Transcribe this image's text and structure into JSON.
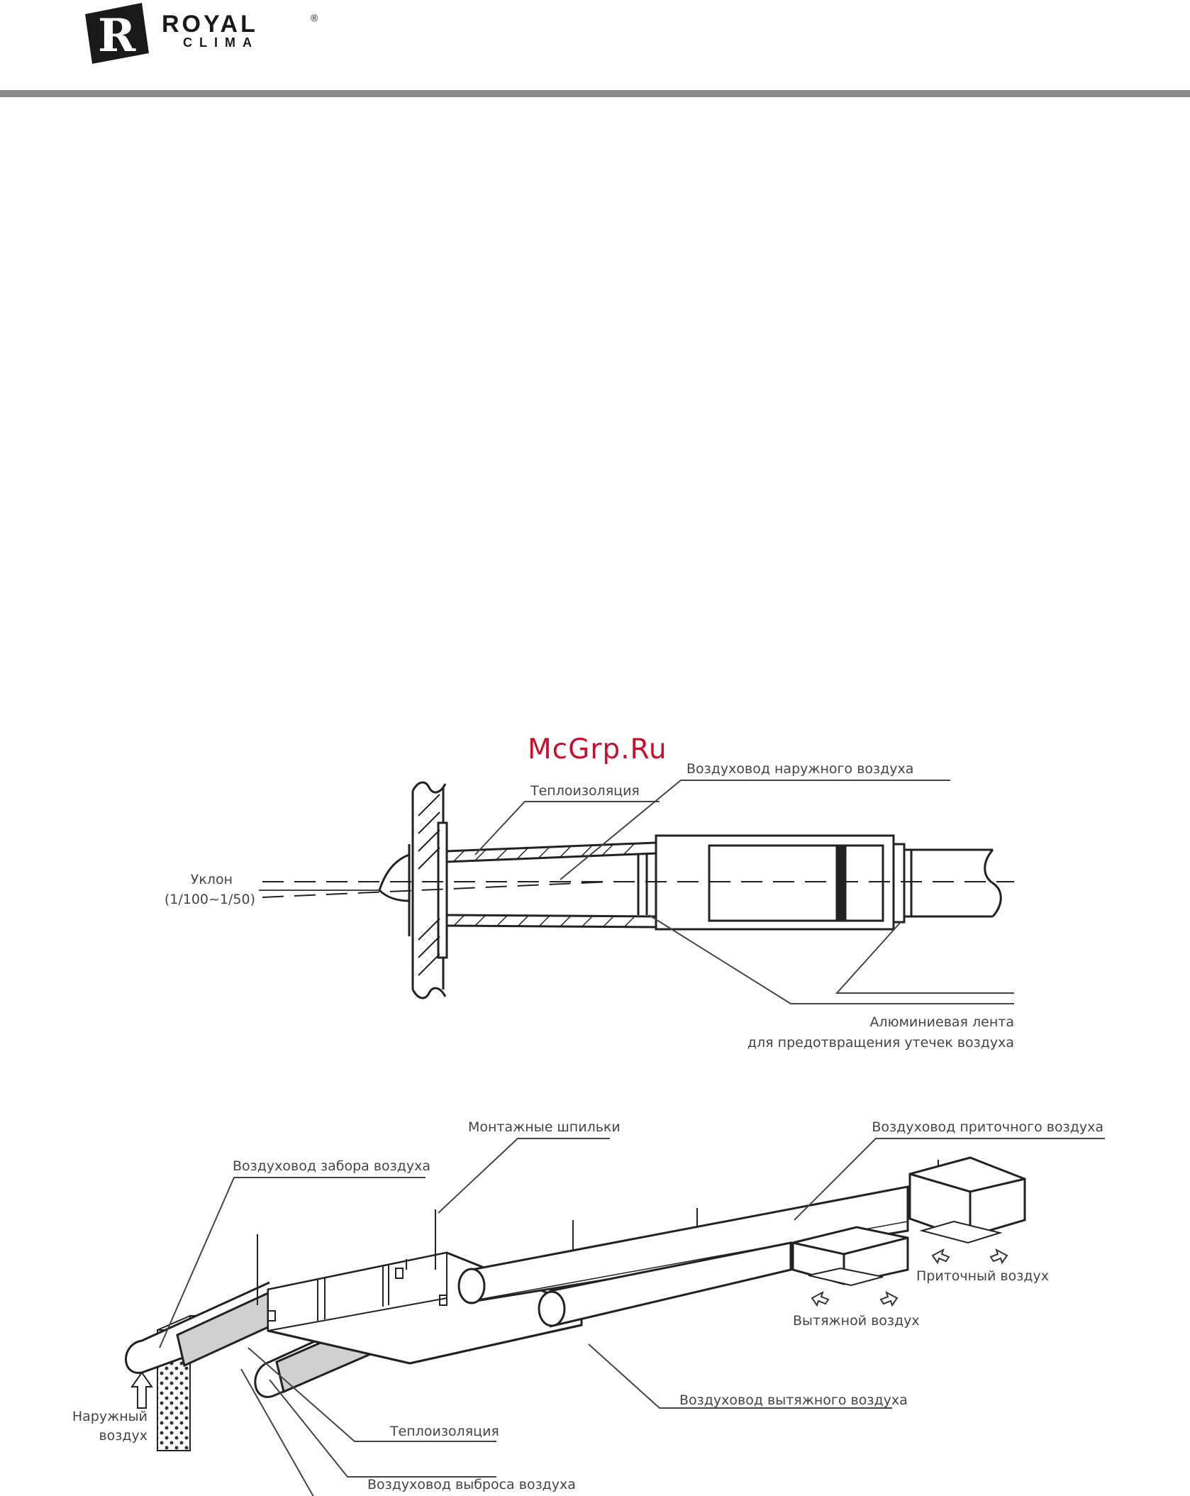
{
  "brand": {
    "line1": "ROYAL",
    "line2": "CLIMA",
    "registered": "®",
    "mark_letter": "R",
    "accent_color": "#c8102e",
    "bar_color": "#8a8a8a"
  },
  "watermark": "McGrp.Ru",
  "diagram1": {
    "labels": {
      "outdoor_duct": "Воздуховод наружного воздуха",
      "insulation": "Теплоизоляция",
      "slope": "Уклон",
      "slope_ratio": "(1/100~1/50)",
      "tape_line1": "Алюминиевая лента",
      "tape_line2": "для предотвращения утечек воздуха"
    }
  },
  "diagram2": {
    "labels": {
      "mounting_studs": "Монтажные шпильки",
      "supply_duct": "Воздуховод приточного воздуха",
      "intake_duct": "Воздуховод забора воздуха",
      "supply_air": "Приточный воздух",
      "exhaust_air": "Вытяжной воздух",
      "outdoor_air_1": "Наружный",
      "outdoor_air_2": "воздух",
      "exhaust_duct": "Воздуховод вытяжного воздуха",
      "insulation": "Теплоизоляция",
      "discharge_duct": "Воздуховод выброса воздуха"
    }
  }
}
